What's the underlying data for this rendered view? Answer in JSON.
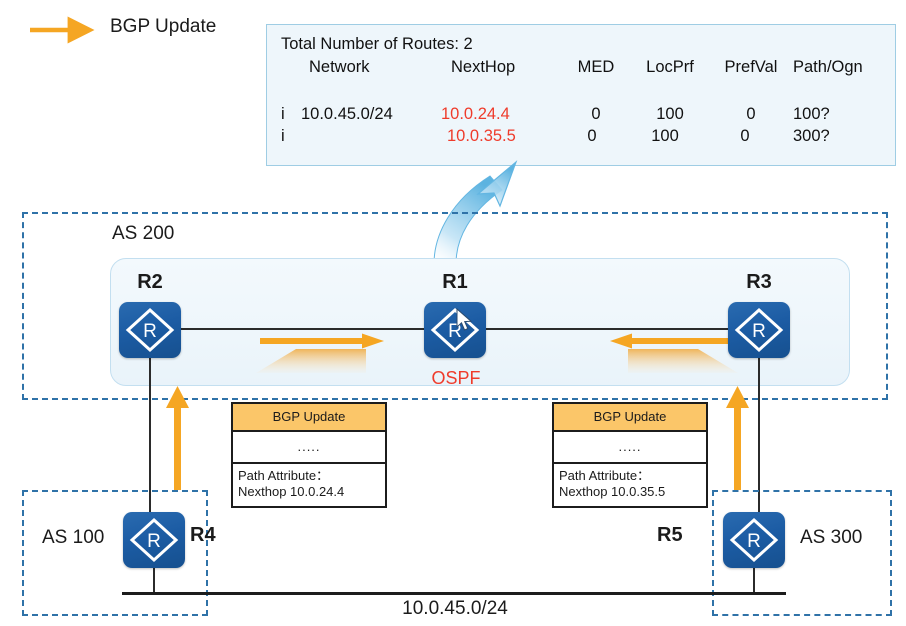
{
  "legend": {
    "arrow_icon": "orange-right-arrow-icon",
    "label": "BGP Update",
    "arrow_color": "#f5a623"
  },
  "route_table": {
    "title": "Total Number of Routes: 2",
    "columns": [
      "",
      "Network",
      "NextHop",
      "MED",
      "LocPrf",
      "PrefVal",
      "Path/Ogn"
    ],
    "rows": [
      {
        "origin": "i",
        "network": "10.0.45.0/24",
        "nexthop": "10.0.24.4",
        "med": "0",
        "locprf": "100",
        "prefval": "0",
        "path": "100?"
      },
      {
        "origin": "i",
        "network": "",
        "nexthop": "10.0.35.5",
        "med": "0",
        "locprf": "100",
        "prefval": "0",
        "path": "300?"
      }
    ],
    "nexthop_color": "#ef3b2b",
    "panel_bg": "#eef6fb",
    "panel_border": "#9fcde4"
  },
  "topology": {
    "as200": {
      "label": "AS 200",
      "border_color": "#2f72a8",
      "routers": [
        {
          "id": "r2",
          "label": "R2"
        },
        {
          "id": "r1",
          "label": "R1"
        },
        {
          "id": "r3",
          "label": "R3"
        }
      ],
      "protocol_label": "OSPF",
      "protocol_color": "#ef3b2b"
    },
    "as100": {
      "label": "AS 100",
      "router": {
        "id": "r4",
        "label": "R4"
      }
    },
    "as300": {
      "label": "AS 300",
      "router": {
        "id": "r5",
        "label": "R5"
      }
    },
    "bus_label": "10.0.45.0/24",
    "router_icon": "router-diamond-r-icon",
    "router_color": "#1c5ca4"
  },
  "messages": [
    {
      "id": "msg-left",
      "header": "BGP Update",
      "dots": ".....",
      "line1": "Path Attribute：",
      "line2": "Nexthop 10.0.24.4",
      "header_bg": "#fbc669"
    },
    {
      "id": "msg-right",
      "header": "BGP Update",
      "dots": ".....",
      "line1": "Path Attribute：",
      "line2": "Nexthop 10.0.35.5",
      "header_bg": "#fbc669"
    }
  ],
  "arrows": {
    "h_left": "orange-right-arrow-icon",
    "h_right": "orange-left-arrow-icon",
    "v_left": "orange-up-arrow-icon",
    "v_right": "orange-up-arrow-icon",
    "callout": "blue-curved-arrow-icon",
    "orange": "#f5a623",
    "blue": "#79c3e8"
  },
  "cursor": {
    "icon": "mouse-pointer-icon"
  }
}
